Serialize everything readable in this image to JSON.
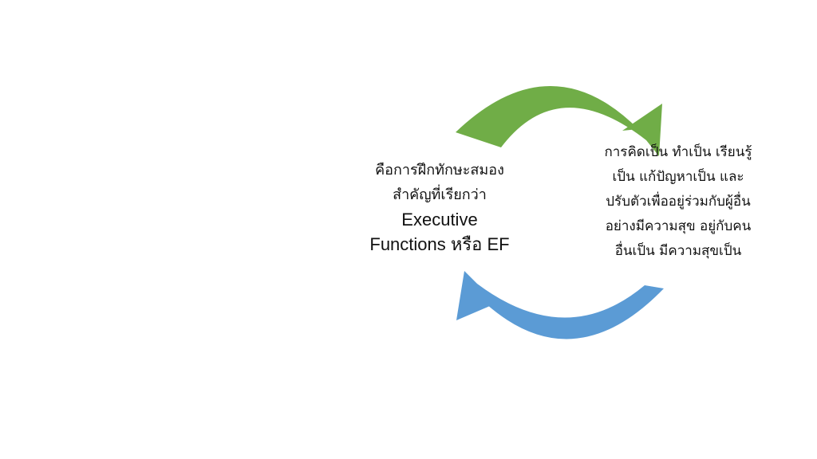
{
  "colors": {
    "top_arrow": "#70ad47",
    "bottom_arrow": "#5b9bd5",
    "background": "#ffffff"
  },
  "left_block": {
    "line1": "คือการฝึกทักษะสมอง",
    "line2": "สำคัญที่เรียกว่า",
    "line3": "Executive",
    "line4": "Functions หรือ EF"
  },
  "right_block": {
    "lines": [
      "การคิดเป็น ทำเป็น เรียนรู้",
      "เป็น แก้ปัญหาเป็น และ",
      "ปรับตัวเพื่ออยู่ร่วมกับผู้อื่น",
      "อย่างมีความสุข อยู่กับคน",
      "อื่นเป็น มีความสุขเป็น"
    ]
  },
  "arrows": [
    {
      "name": "top-arrow",
      "color": "green",
      "direction": "clockwise-right"
    },
    {
      "name": "bottom-arrow",
      "color": "blue",
      "direction": "clockwise-left"
    }
  ]
}
